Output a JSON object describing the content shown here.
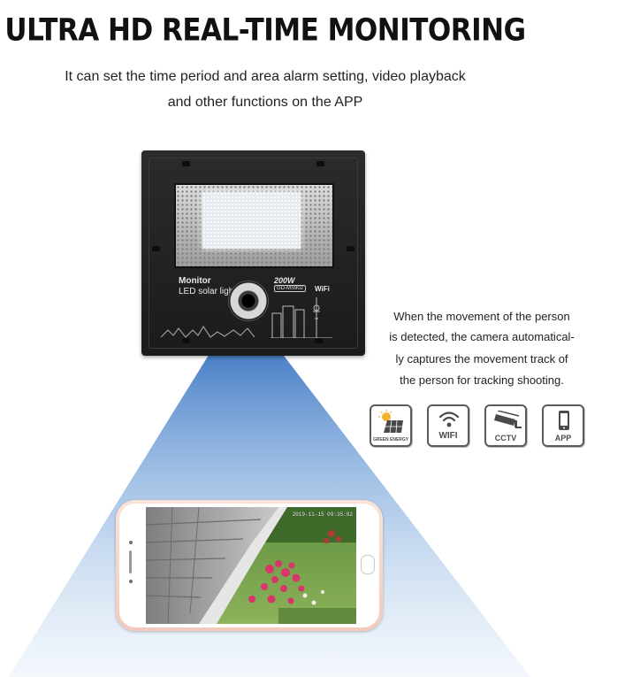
{
  "header": {
    "title": "ULTRA HD REAL-TIME MONITORING",
    "subtitle_line1": "It can set the time period and area alarm setting, video playback",
    "subtitle_line2": "and other functions on the APP"
  },
  "lamp": {
    "label_line1": "Monitor",
    "label_line2": "LED solar light",
    "wattage": "200W",
    "model": "GD-MS902",
    "wifi_label": "WiFi"
  },
  "description": {
    "line1": "When the movement of the person",
    "line2": "is detected, the camera automatical-",
    "line3": "ly captures the movement track of",
    "line4": "the person for tracking shooting."
  },
  "badges": [
    {
      "icon": "solar-panel-icon",
      "label": "GREEN ENERGY"
    },
    {
      "icon": "wifi-icon",
      "label": "WIFI"
    },
    {
      "icon": "cctv-icon",
      "label": "CCTV"
    },
    {
      "icon": "smartphone-icon",
      "label": "APP"
    }
  ],
  "phone": {
    "timestamp": "2019-11-15 09:35:02"
  },
  "colors": {
    "beam": "#5b8fd0",
    "lamp_body": "#222224",
    "phone_shell": "#f6d2c4"
  }
}
